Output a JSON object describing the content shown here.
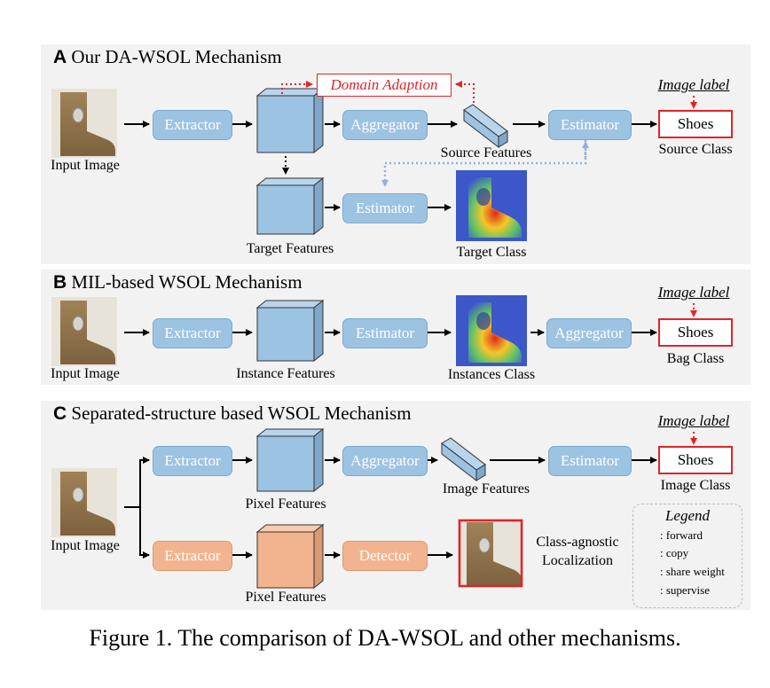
{
  "panels": {
    "a": {
      "letter": "A",
      "title": "Our DA-WSOL Mechanism"
    },
    "b": {
      "letter": "B",
      "title": "MIL-based WSOL Mechanism"
    },
    "c": {
      "letter": "C",
      "title": "Separated-structure based WSOL Mechanism"
    }
  },
  "labels": {
    "input_image": "Input Image",
    "extractor": "Extractor",
    "aggregator": "Aggregator",
    "estimator": "Estimator",
    "detector": "Detector",
    "domain_adaption": "Domain Adaption",
    "image_label": "Image label",
    "shoes": "Shoes",
    "source_features": "Source Features",
    "source_class": "Source Class",
    "target_features": "Target Features",
    "target_class": "Target Class",
    "instance_features": "Instance Features",
    "instances_class": "Instances Class",
    "bag_class": "Bag Class",
    "pixel_features": "Pixel Features",
    "image_features": "Image Features",
    "image_class": "Image Class",
    "class_agnostic_1": "Class-agnostic",
    "class_agnostic_2": "Localization"
  },
  "legend": {
    "title": "Legend",
    "items": [
      ": forward",
      ": copy",
      ": share weight",
      ": supervise"
    ]
  },
  "colors": {
    "module_blue": "#9dc3e3",
    "module_orange": "#f2b48e",
    "supervise_red": "#e0242b",
    "share_weight_blue": "#8fb1e0"
  },
  "caption": "Figure 1. The comparison of DA-WSOL and other mechanisms."
}
